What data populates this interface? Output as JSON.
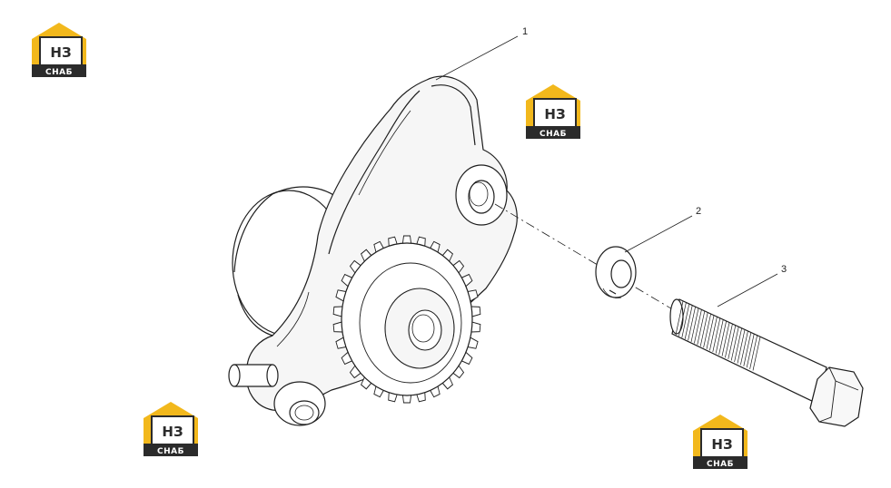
{
  "callouts": [
    {
      "label": "1",
      "part": "pump-housing-with-gear"
    },
    {
      "label": "2",
      "part": "spring-washer"
    },
    {
      "label": "3",
      "part": "hex-bolt"
    }
  ],
  "watermark": {
    "brand_letters": "НЗ",
    "brand_sub": "СНАБ",
    "colors": {
      "roof": "#f2b81c",
      "box": "#2b2b2b",
      "text": "#ffffff",
      "letters": "#2b2b2b"
    }
  },
  "colors": {
    "line": "#1e1e1e",
    "shade": "#f3f3f3"
  }
}
